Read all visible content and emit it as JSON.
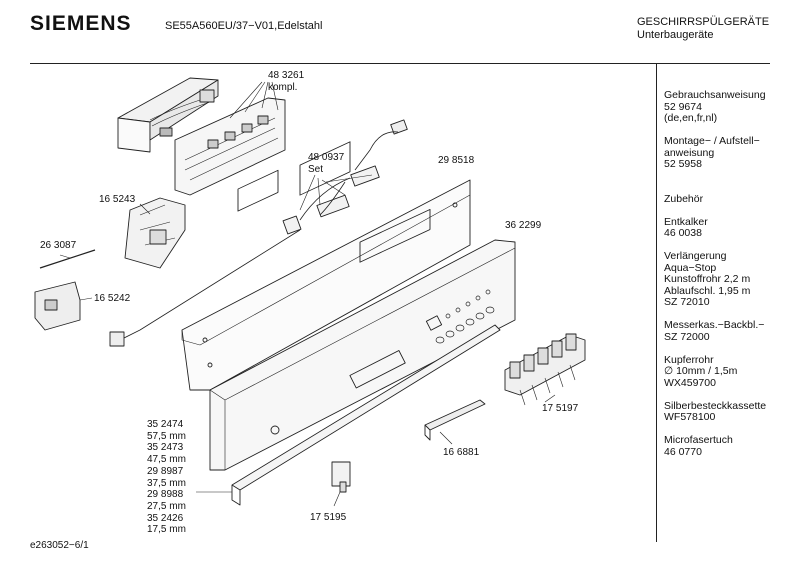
{
  "header": {
    "brand": "SIEMENS",
    "model": "SE55A560EU/37−V01,Edelstahl",
    "category_line1": "GESCHIRRSPÜLGERÄTE",
    "category_line2": "Unterbaugeräte"
  },
  "sidebar": {
    "lines": [
      "Gebrauchsanweisung",
      "52 9674",
      "(de,en,fr,nl)",
      "",
      "Montage− / Aufstell−",
      "anweisung",
      "52 5958",
      "",
      "",
      "Zubehör",
      "",
      "Entkalker",
      "46 0038",
      "",
      "Verlängerung",
      "Aqua−Stop",
      "Kunstoffrohr 2,2 m",
      "Ablaufschl. 1,95 m",
      "SZ 72010",
      "",
      "Messerkas.−Backbl.−",
      "SZ 72000",
      "",
      "Kupferrohr",
      "∅ 10mm / 1,5m",
      "WX459700",
      "",
      "Silberbesteckkassette",
      "WF578100",
      "",
      "Microfasertuch",
      "46 0770"
    ]
  },
  "parts": {
    "p483261_a": "48 3261",
    "p483261_b": "kompl.",
    "p480937_a": "48 0937",
    "p480937_b": "Set",
    "p298518": "29 8518",
    "p165243": "16 5243",
    "p263087": "26 3087",
    "p165242": "16 5242",
    "p362299": "36 2299",
    "p175197": "17 5197",
    "p166881": "16 6881",
    "p175195": "17 5195"
  },
  "size_list": [
    "35 2474",
    "57,5 mm",
    "35 2473",
    "47,5 mm",
    "29 8987",
    "37,5 mm",
    "29 8988",
    "27,5 mm",
    "35 2426",
    "17,5 mm"
  ],
  "footer": {
    "code": "e263052−6/1"
  }
}
